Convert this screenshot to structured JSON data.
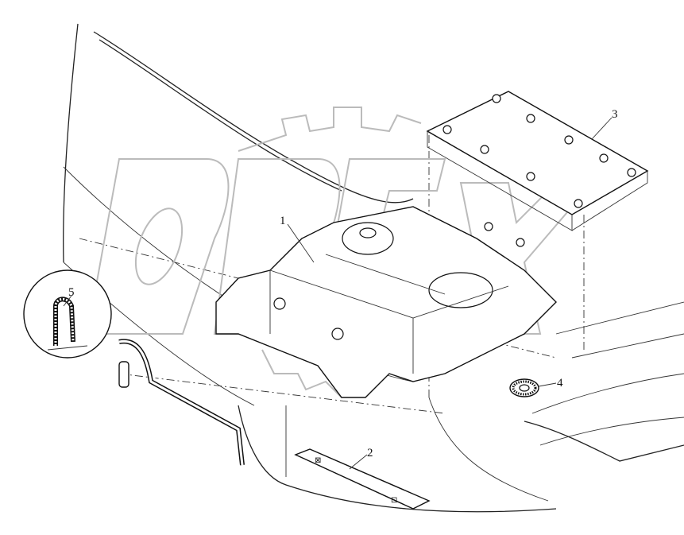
{
  "diagram": {
    "callouts": [
      {
        "id": "1",
        "label": "1"
      },
      {
        "id": "2",
        "label": "2"
      },
      {
        "id": "3",
        "label": "3"
      },
      {
        "id": "4",
        "label": "4"
      },
      {
        "id": "5",
        "label": "5"
      }
    ],
    "watermark": "ODEX",
    "colors": {
      "line": "#222222",
      "watermark": "#bbbbbb",
      "background": "#ffffff"
    }
  }
}
